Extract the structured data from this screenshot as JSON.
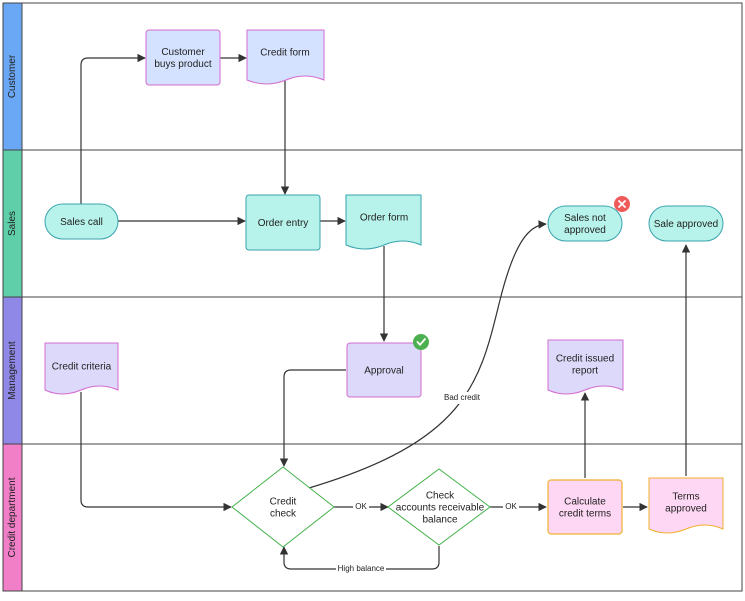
{
  "lanes": [
    {
      "label": "Customer",
      "color": "#6aa8f5"
    },
    {
      "label": "Sales",
      "color": "#5fcfa9"
    },
    {
      "label": "Management",
      "color": "#8f88e6"
    },
    {
      "label": "Credit department",
      "color": "#f07fc8"
    }
  ],
  "nodes": {
    "customer_buys": {
      "lines": [
        "Customer",
        "buys product"
      ]
    },
    "credit_form": {
      "lines": [
        "Credit form"
      ]
    },
    "sales_call": {
      "lines": [
        "Sales call"
      ]
    },
    "order_entry": {
      "lines": [
        "Order entry"
      ]
    },
    "order_form": {
      "lines": [
        "Order form"
      ]
    },
    "sales_not_approved": {
      "lines": [
        "Sales not",
        "approved"
      ]
    },
    "sale_approved": {
      "lines": [
        "Sale approved"
      ]
    },
    "credit_criteria": {
      "lines": [
        "Credit criteria"
      ]
    },
    "approval": {
      "lines": [
        "Approval"
      ]
    },
    "credit_issued_report": {
      "lines": [
        "Credit issued",
        "report"
      ]
    },
    "credit_check": {
      "lines": [
        "Credit",
        "check"
      ]
    },
    "check_ar_balance": {
      "lines": [
        "Check",
        "accounts receivable",
        "balance"
      ]
    },
    "calculate_credit_terms": {
      "lines": [
        "Calculate",
        "credit terms"
      ]
    },
    "terms_approved": {
      "lines": [
        "Terms",
        "approved"
      ]
    }
  },
  "edge_labels": {
    "bad_credit": "Bad credit",
    "ok_1": "OK",
    "ok_2": "OK",
    "high_balance": "High balance"
  },
  "colors": {
    "blue_fill": "#d4e2ff",
    "teal_fill": "#b7f3ea",
    "purple_fill": "#ddd9fb",
    "pink_fill": "#fdd7f3",
    "pink_stroke": "#d46bd1",
    "teal_stroke": "#3aa3ae",
    "diamond_stroke": "#43b14b",
    "calc_fill": "#fdd7f3",
    "calc_stroke": "#f2b12f",
    "check_badge": "#4cb050",
    "x_badge": "#ef5b5b"
  }
}
